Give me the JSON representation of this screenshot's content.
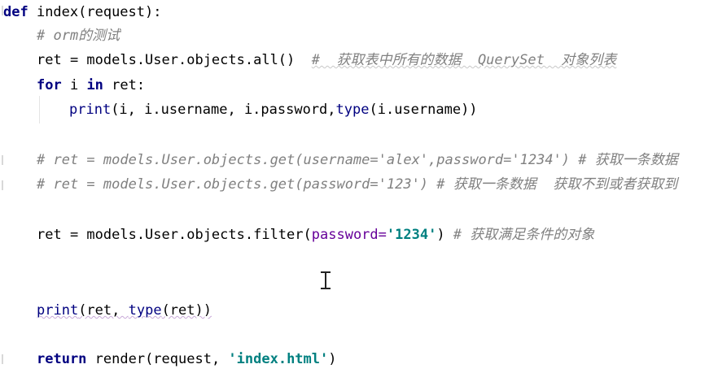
{
  "code": {
    "line1": {
      "kw": "def",
      "rest": " index(request):"
    },
    "line2": {
      "comment": "# orm的测试"
    },
    "line3": {
      "code": "ret = models.User.objects.all()",
      "gap": "  ",
      "comment": "#  获取表中所有的数据  QuerySet  对象列表"
    },
    "line4": {
      "kw1": "for",
      "mid": " i ",
      "kw2": "in",
      "rest": " ret:"
    },
    "line5": {
      "fn": "print",
      "args1": "(i, i.username, i.password,",
      "fn2": "type",
      "args2": "(i.username))"
    },
    "line6": {
      "comment": "# ret = models.User.objects.get(username='alex',password='1234') # 获取一条数据"
    },
    "line7": {
      "comment": "# ret = models.User.objects.get(password='123') # 获取一条数据  获取不到或者获取到"
    },
    "line8": {
      "code": "ret = models.User.objects.filter(",
      "kwarg": "password=",
      "str": "'1234'",
      "close": ")",
      "comment": " # 获取满足条件的对象"
    },
    "line9": {
      "fn": "print",
      "args1": "(ret, ",
      "fn2": "type",
      "args2": "(ret))"
    },
    "line10": {
      "kw": "return",
      "mid": " render(request, ",
      "str": "'index.html'",
      "close": ")"
    }
  }
}
